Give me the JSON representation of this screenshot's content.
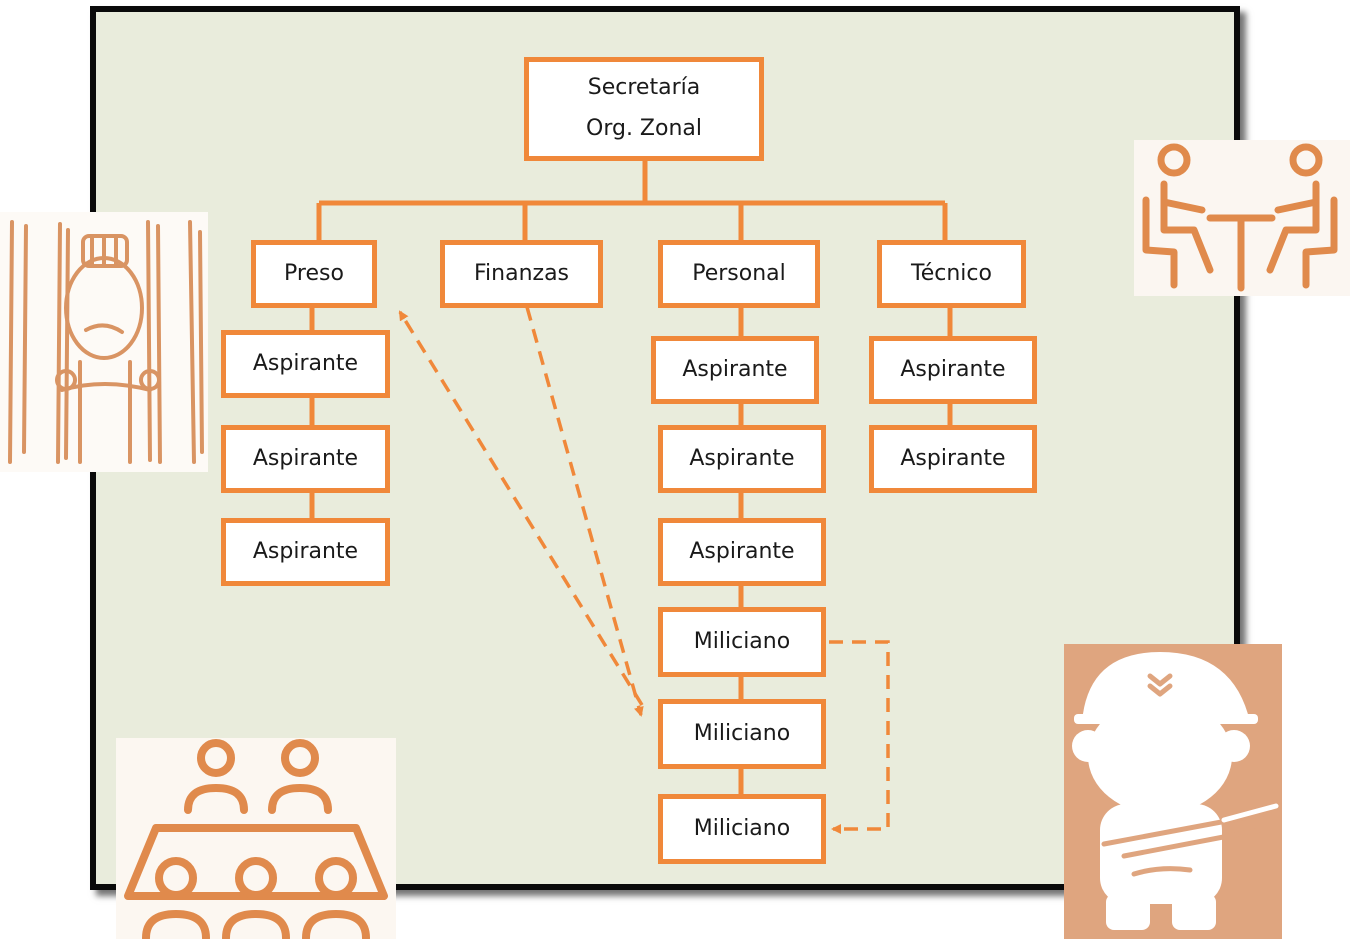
{
  "colors": {
    "accent": "#f0883a",
    "background": "#e9ecdc",
    "frame": "#0a0a0a"
  },
  "chart": {
    "root": {
      "line1": "Secretaría",
      "line2": "Org. Zonal"
    },
    "departments": [
      "Preso",
      "Finanzas",
      "Personal",
      "Técnico"
    ],
    "preso_chain": [
      "Aspirante",
      "Aspirante",
      "Aspirante"
    ],
    "personal_chain": [
      "Aspirante",
      "Aspirante",
      "Aspirante",
      "Miliciano",
      "Miliciano",
      "Miliciano"
    ],
    "tecnico_chain": [
      "Aspirante",
      "Aspirante"
    ]
  },
  "illustrations": [
    "prisoner-behind-bars-icon",
    "interview-meeting-icon",
    "group-meeting-icon",
    "soldier-icon"
  ]
}
